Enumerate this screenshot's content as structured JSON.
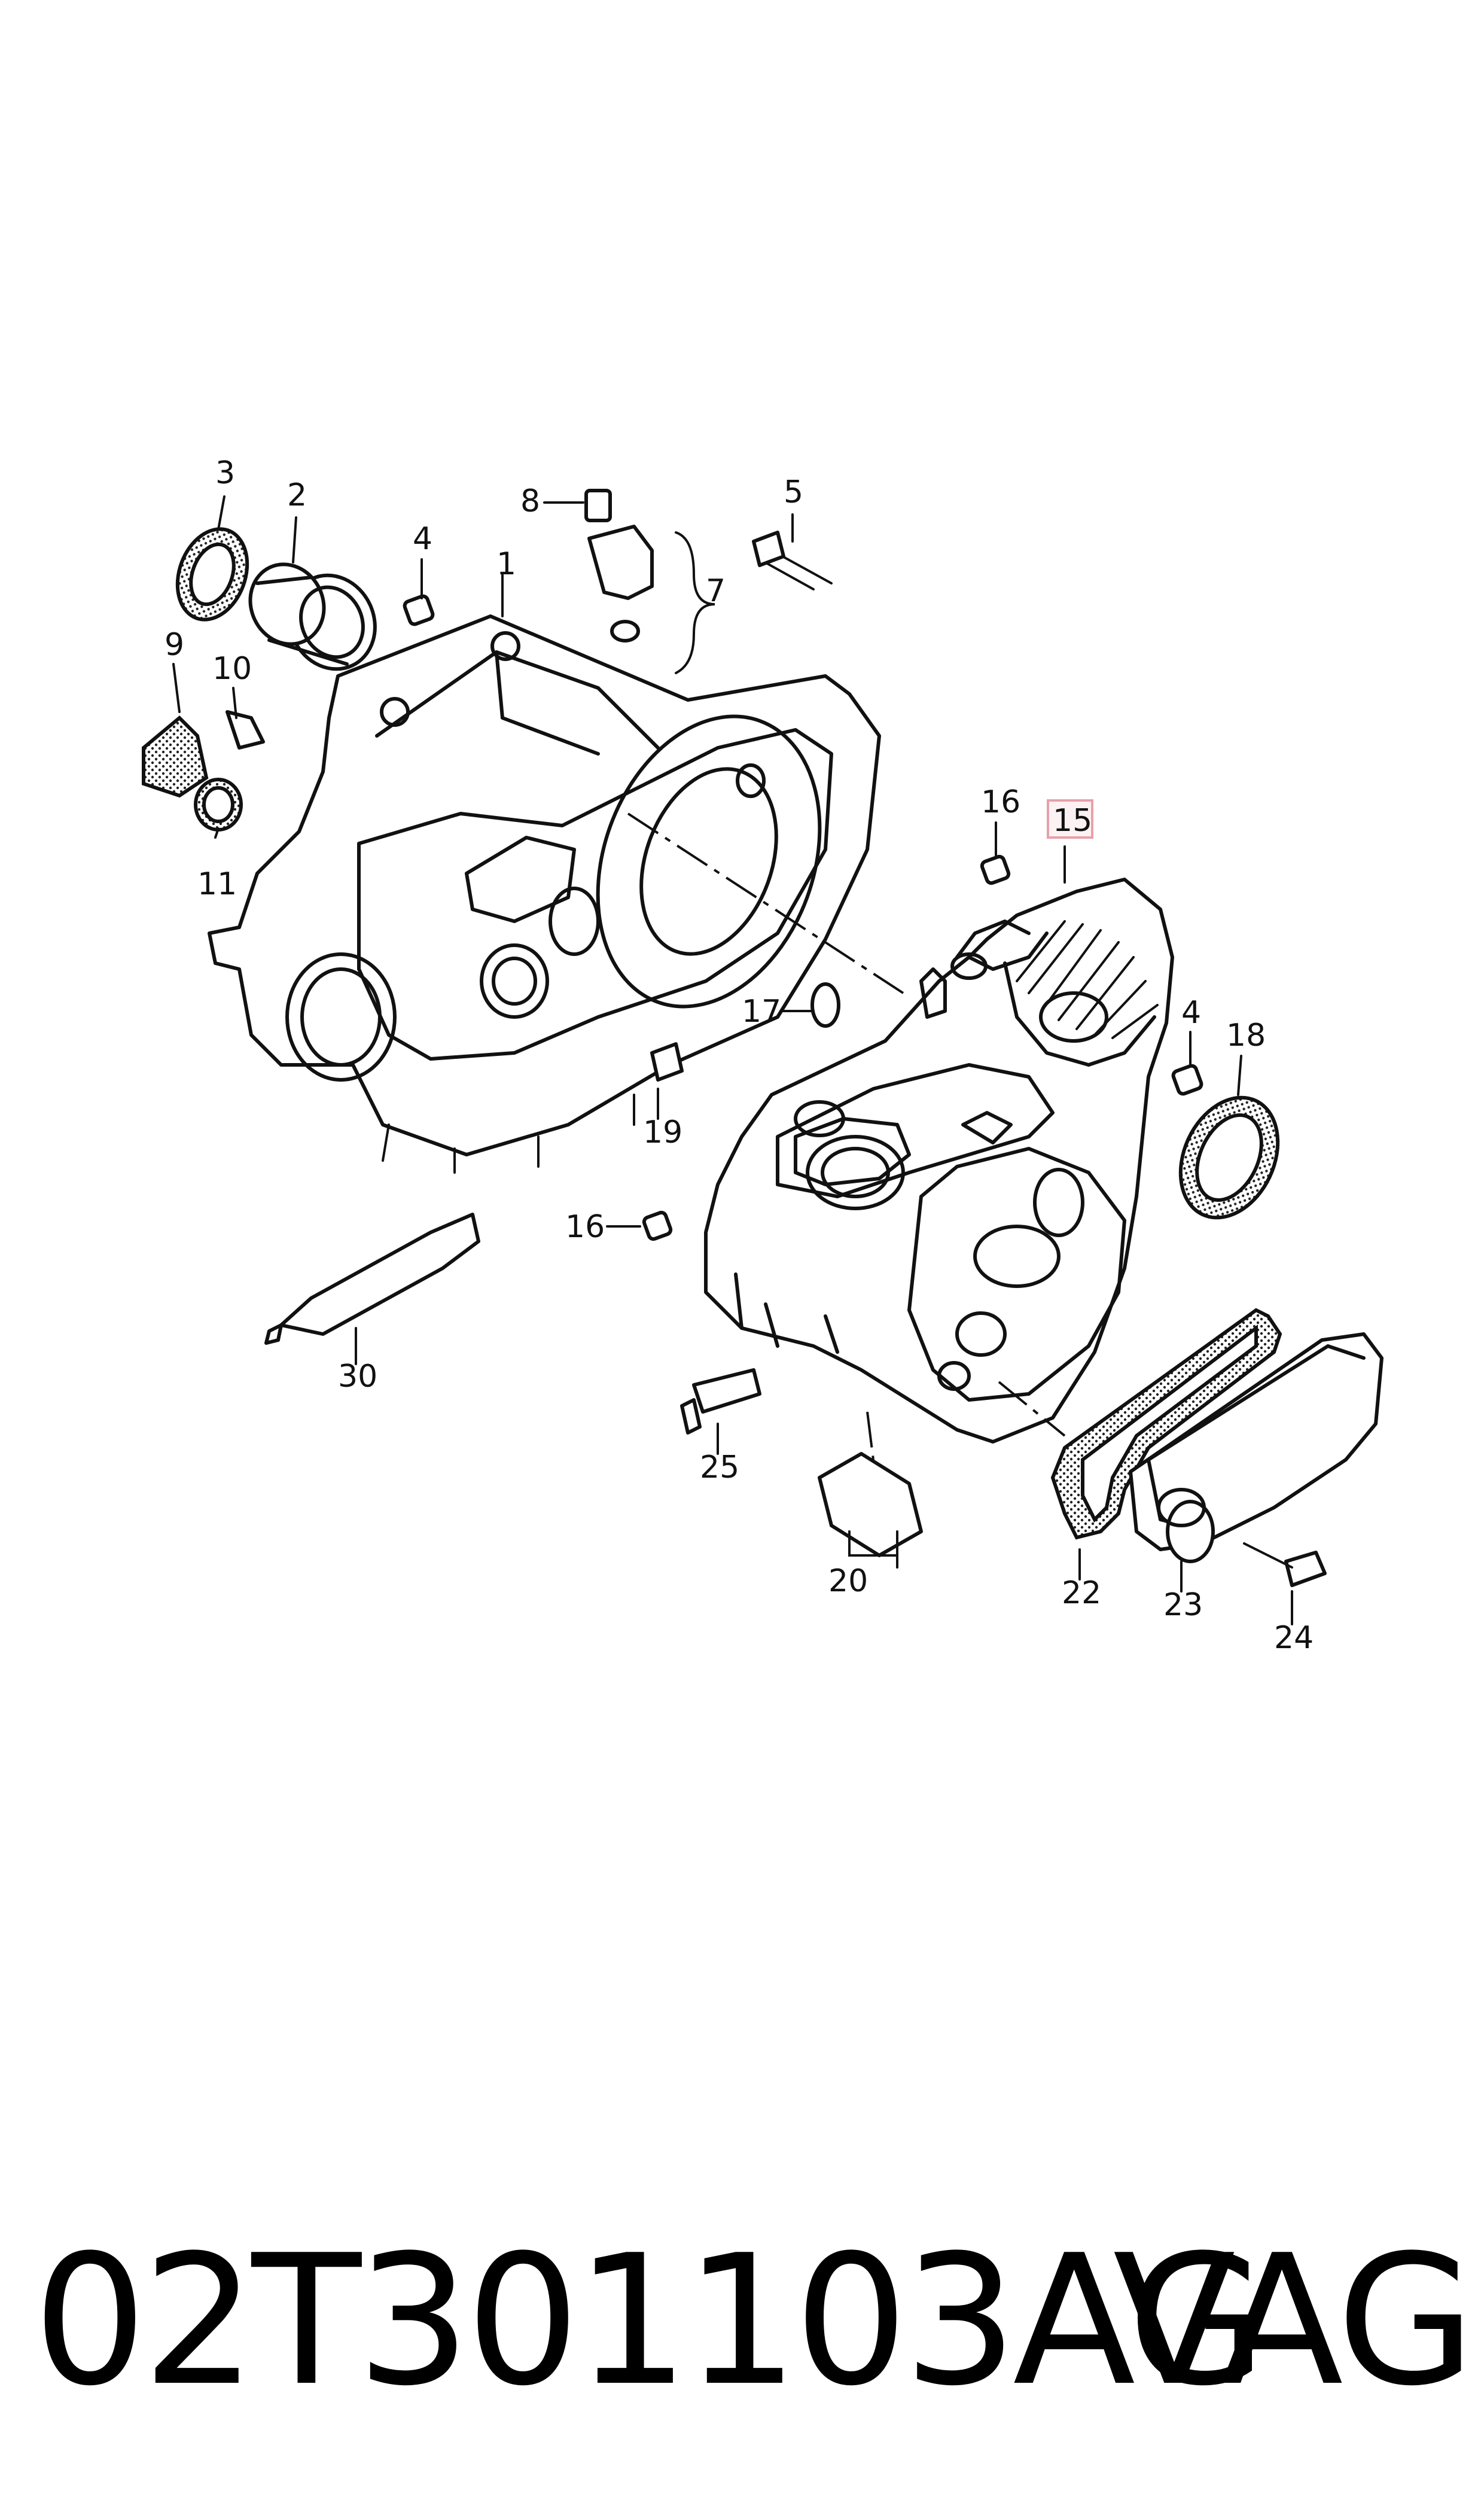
{
  "callouts": [
    {
      "id": "c1",
      "label": "1"
    },
    {
      "id": "c2",
      "label": "2"
    },
    {
      "id": "c3",
      "label": "3"
    },
    {
      "id": "c4a",
      "label": "4"
    },
    {
      "id": "c5",
      "label": "5"
    },
    {
      "id": "c7",
      "label": "7"
    },
    {
      "id": "c8",
      "label": "8"
    },
    {
      "id": "c9",
      "label": "9"
    },
    {
      "id": "c10",
      "label": "10"
    },
    {
      "id": "c11",
      "label": "11"
    },
    {
      "id": "c15",
      "label": "15",
      "highlighted": true
    },
    {
      "id": "c16a",
      "label": "16"
    },
    {
      "id": "c16b",
      "label": "16"
    },
    {
      "id": "c17",
      "label": "17"
    },
    {
      "id": "c4b",
      "label": "4"
    },
    {
      "id": "c18",
      "label": "18"
    },
    {
      "id": "c19",
      "label": "19"
    },
    {
      "id": "c30",
      "label": "30"
    },
    {
      "id": "c25",
      "label": "25"
    },
    {
      "id": "c20",
      "label": "20"
    },
    {
      "id": "c22",
      "label": "22"
    },
    {
      "id": "c23",
      "label": "23"
    },
    {
      "id": "c24",
      "label": "24"
    }
  ],
  "highlight_color": "#e8a0a8",
  "footer": {
    "part_number": "02T301103AG",
    "brand": "VAG"
  }
}
